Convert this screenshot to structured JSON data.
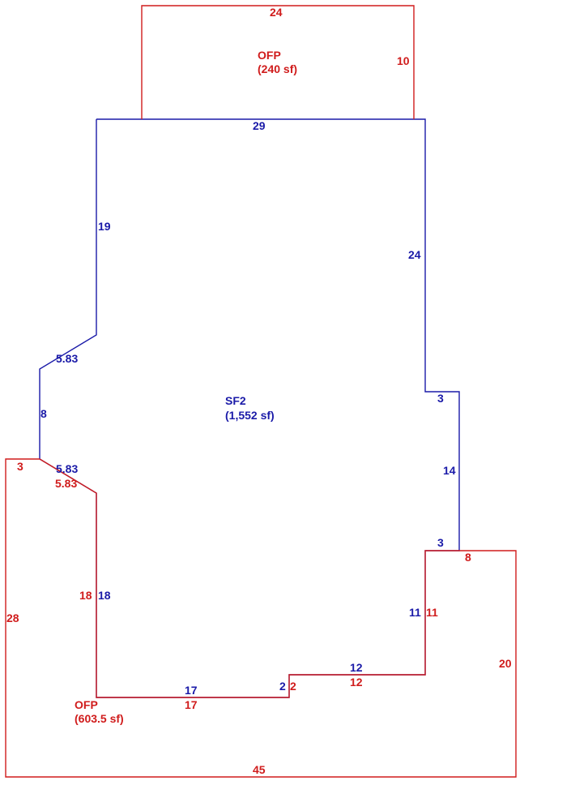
{
  "colors": {
    "living_area": "#1a1aa8",
    "porch": "#d01c1c"
  },
  "areas": {
    "sf2": {
      "code": "SF2",
      "area": "(1,552 sf)"
    },
    "ofp_top": {
      "code": "OFP",
      "area": "(240 sf)"
    },
    "ofp_bottom": {
      "code": "OFP",
      "area": "(603.5 sf)"
    }
  },
  "dimensions": {
    "sf2": {
      "top": "29",
      "left_upper": "19",
      "diag_upper": "5.83",
      "left_mid": "8",
      "diag_lower": "5.83",
      "left_lower": "18",
      "bottom_left": "17",
      "step": "2",
      "bottom_right": "12",
      "right_lower": "11",
      "jog_lower": "3",
      "right_mid": "14",
      "jog_upper": "3",
      "right_upper": "24"
    },
    "ofp_top": {
      "top": "24",
      "right": "10"
    },
    "ofp_bottom": {
      "left_top": "3",
      "diag": "5.83",
      "inner_left": "18",
      "inner_bottom_left": "17",
      "inner_step": "2",
      "inner_bottom_right": "12",
      "inner_right": "11",
      "top_right": "8",
      "right": "20",
      "bottom": "45",
      "left": "28"
    }
  }
}
